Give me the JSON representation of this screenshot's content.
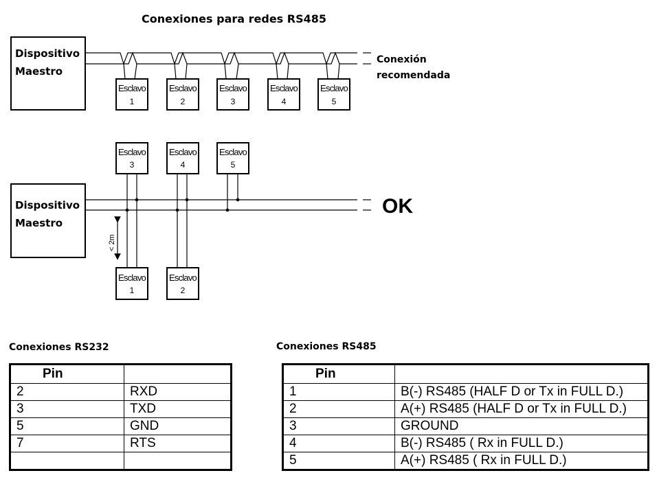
{
  "diagram": {
    "title": "Conexiones para redes RS485",
    "master_label_line1": "Dispositivo",
    "master_label_line2": "Maestro",
    "slave_word": "Esclavo",
    "top_slaves": [
      "1",
      "2",
      "3",
      "4",
      "5"
    ],
    "bottom_upper_slaves": [
      "3",
      "4",
      "5"
    ],
    "bottom_lower_slaves": [
      "1",
      "2"
    ],
    "recommended_line1": "Conexión",
    "recommended_line2": "recomendada",
    "ok_label": "OK",
    "distance_label": "< 2m"
  },
  "rs232": {
    "title": "Conexiones RS232",
    "header_pin": "Pin",
    "header_signal": "",
    "rows": [
      {
        "pin": "2",
        "signal": "RXD"
      },
      {
        "pin": "3",
        "signal": "TXD"
      },
      {
        "pin": "5",
        "signal": "GND"
      },
      {
        "pin": "7",
        "signal": "RTS"
      },
      {
        "pin": "",
        "signal": ""
      }
    ]
  },
  "rs485": {
    "title": "Conexiones RS485",
    "header_pin": "Pin",
    "header_signal": "",
    "rows": [
      {
        "pin": "1",
        "signal": "B(-) RS485  (HALF D or Tx in FULL D.)"
      },
      {
        "pin": "2",
        "signal": "A(+) RS485 (HALF D or Tx in FULL D.)"
      },
      {
        "pin": "3",
        "signal": "GROUND"
      },
      {
        "pin": "4",
        "signal": "B(-) RS485 ( Rx in FULL D.)"
      },
      {
        "pin": "5",
        "signal": "A(+) RS485 ( Rx in FULL D.)"
      }
    ]
  }
}
